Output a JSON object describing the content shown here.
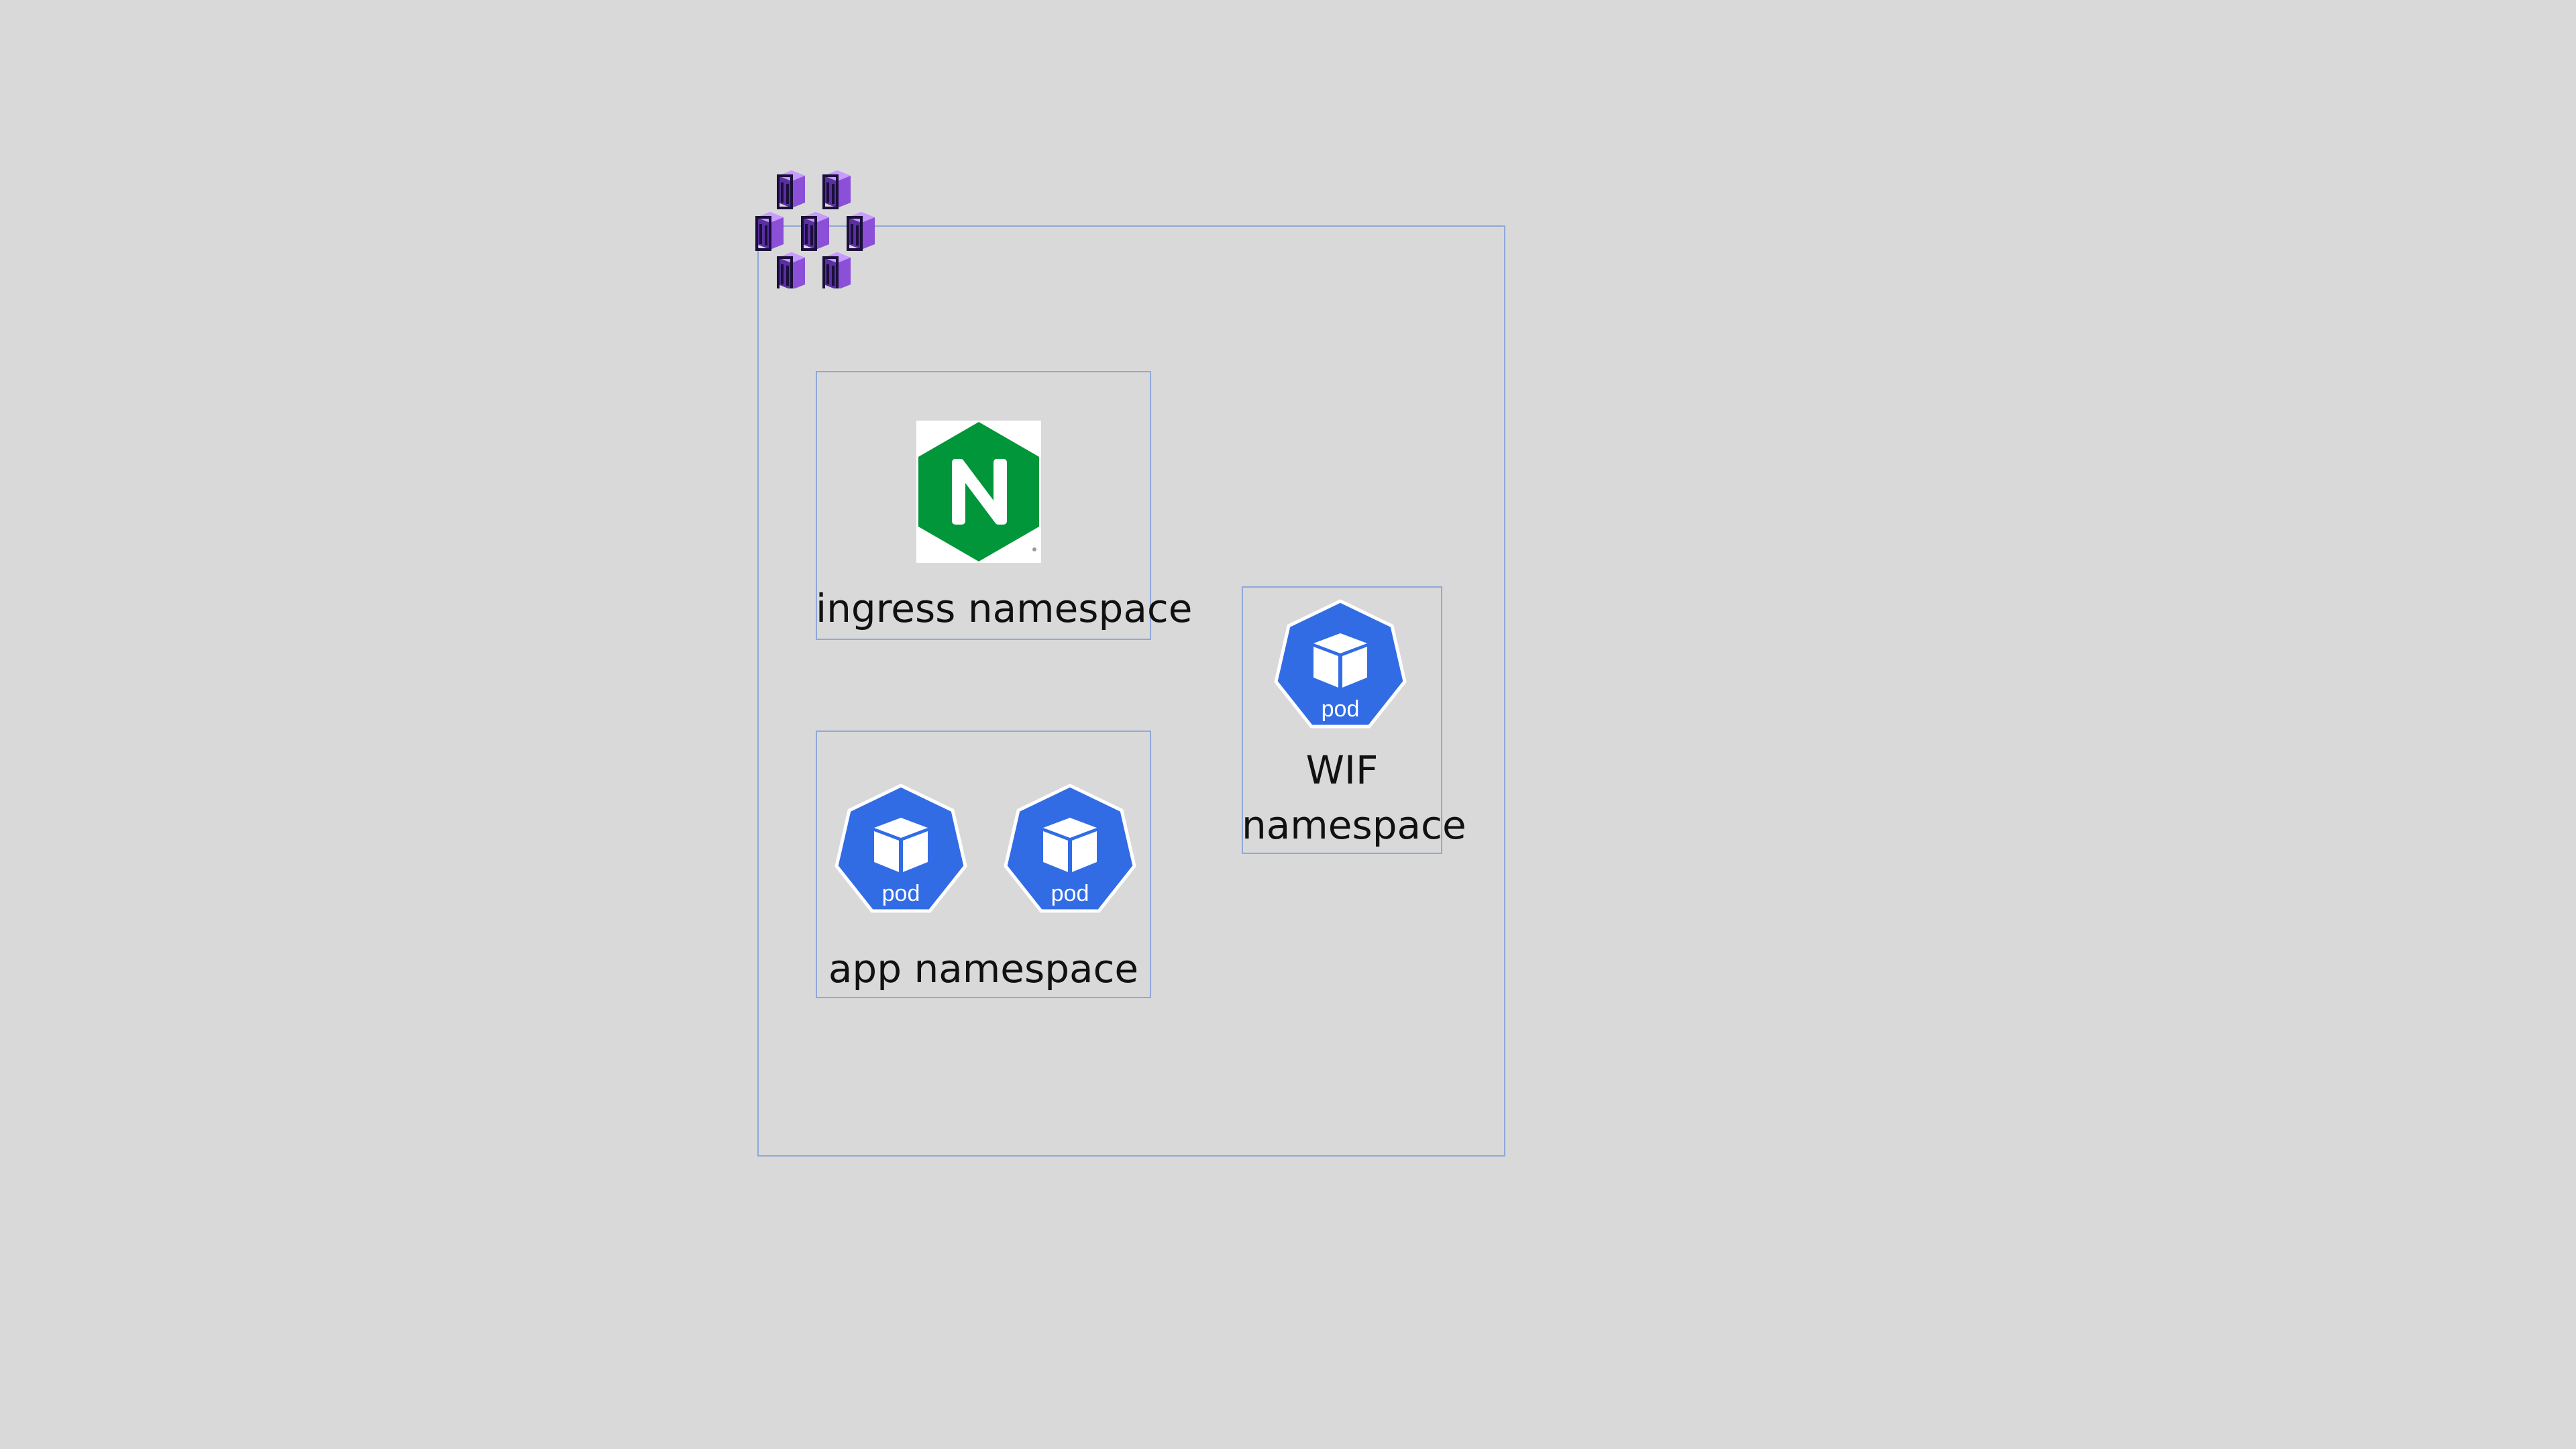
{
  "diagram": {
    "cluster": {
      "icon": "aks-cluster-icon",
      "color": "#8b4fd8"
    },
    "namespaces": [
      {
        "id": "ingress",
        "label": "ingress namespace",
        "icon": "nginx-icon"
      },
      {
        "id": "app",
        "label": "app namespace",
        "pods": [
          "pod",
          "pod"
        ]
      },
      {
        "id": "wif",
        "label_lines": [
          "WIF",
          "namespace"
        ],
        "pods": [
          "pod"
        ]
      }
    ],
    "pod_label": "pod",
    "colors": {
      "background": "#d9d9d9",
      "box_border": "#8ea9d8",
      "pod_blue": "#326ce5",
      "nginx_green": "#009639"
    }
  }
}
